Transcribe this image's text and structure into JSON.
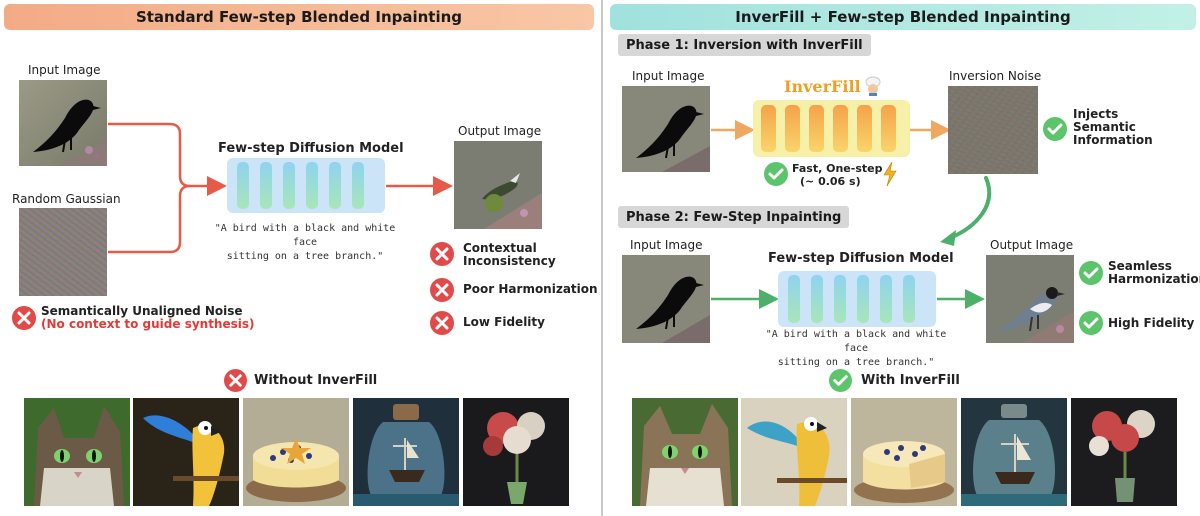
{
  "left": {
    "banner": "Standard Few-step Blended Inpainting",
    "input_label": "Input Image",
    "noise_label": "Random Gaussian",
    "model_title": "Few-step Diffusion Model",
    "caption_line1": "\"A bird with a black and white face",
    "caption_line2": "sitting on a tree branch.\"",
    "output_label": "Output Image",
    "issues": [
      "Contextual Inconsistency",
      "Poor Harmonization",
      "Low Fidelity"
    ],
    "noise_issue_title": "Semantically Unaligned Noise",
    "noise_issue_note": "(No context to guide synthesis)",
    "gallery_title": "Without InverFill"
  },
  "right": {
    "banner": "InverFill + Few-step Blended Inpainting",
    "phase1": "Phase 1: Inversion with InverFill",
    "input_label": "Input Image",
    "inverfill_logo": "InverFill",
    "fast_line1": "Fast, One-step",
    "fast_line2": "(~ 0.06 s)",
    "inversion_label": "Inversion Noise",
    "injects_text": "Injects Semantic Information",
    "phase2": "Phase 2: Few-Step Inpainting",
    "input_label2": "Input Image",
    "model_title": "Few-step Diffusion Model",
    "caption_line1": "\"A bird with a black and white face",
    "caption_line2": "sitting on a tree branch.\"",
    "output_label": "Output Image",
    "benefits": [
      "Seamless Harmonization",
      "High Fidelity"
    ],
    "gallery_title": "With InverFill"
  },
  "colors": {
    "banner_left": "#f6b48e",
    "banner_right": "#a9e6e0",
    "arrow_red": "#e65a4a",
    "arrow_orange": "#f0a860",
    "arrow_green": "#4caf6a",
    "cross_red": "#e24a4a",
    "check_green": "#5cc46a"
  },
  "icons": [
    "cross-icon",
    "check-icon",
    "lightning-icon",
    "chef-icon",
    "curved-arrow-icon"
  ]
}
